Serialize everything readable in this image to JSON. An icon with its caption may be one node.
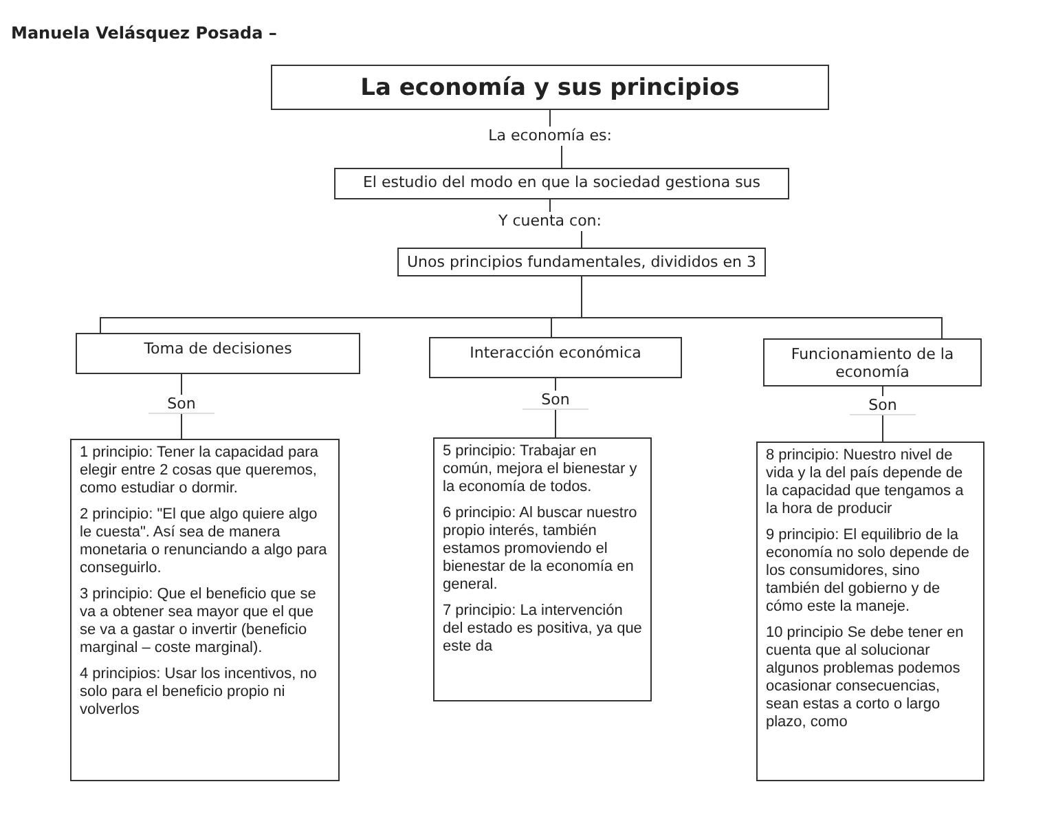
{
  "diagram": {
    "nodes": [
      {
        "text": [
          "La economía y sus principios"
        ]
      },
      {
        "text": [
          "La economía es:"
        ]
      },
      {
        "text": [
          "El estudio del modo en que la sociedad gestiona sus"
        ]
      },
      {
        "text": [
          "Y cuenta con:"
        ]
      },
      {
        "text": [
          "Unos principios fundamentales, divididos en 3"
        ]
      },
      {
        "text": [
          "Toma de decisiones"
        ]
      },
      {
        "text": [
          "Interacción económica"
        ]
      },
      {
        "text": [
          "Funcionamiento de la economía"
        ]
      },
      {
        "text": [
          "Son"
        ]
      },
      {
        "text": [
          "Son"
        ]
      },
      {
        "text": [
          "Son"
        ]
      },
      {
        "text": [
          "1 principio: Tener la capacidad para elegir entre 2 cosas que queremos, como estudiar o dormir.",
          "2 principio: \"El que algo quiere algo le cuesta\". Así sea de manera monetaria o renunciando a algo para conseguirlo.",
          "3 principio: Que el beneficio que se va a obtener sea mayor que el que se va a gastar o invertir (beneficio marginal – coste marginal).",
          "4 principios: Usar los incentivos, no solo para el beneficio propio ni volverlos"
        ]
      },
      {
        "text": [
          "5 principio: Trabajar en común, mejora el bienestar y la economía de todos.",
          "6 principio: Al buscar nuestro propio interés, también estamos promoviendo el bienestar de la economía en general.",
          "7 principio: La intervención del estado es positiva, ya que este da"
        ]
      },
      {
        "text": [
          "8 principio: Nuestro nivel de vida y la del país depende de la capacidad que tengamos a la hora de producir",
          "9 principio: El equilibrio de la economía no solo depende de los consumidores, sino también del gobierno y de cómo este la maneje.",
          "10 principio Se debe tener en cuenta que al solucionar algunos problemas podemos ocasionar consecuencias, sean estas a corto o largo plazo, como"
        ]
      }
    ],
    "edges": [
      {
        "from": 0,
        "to": 1,
        "arrow": "none"
      },
      {
        "from": 1,
        "to": 2,
        "arrow": "none"
      },
      {
        "from": 2,
        "to": 3,
        "arrow": "none"
      },
      {
        "from": 3,
        "to": 4,
        "arrow": "none"
      },
      {
        "from": 4,
        "to": 5,
        "arrow": "none"
      },
      {
        "from": 4,
        "to": 6,
        "arrow": "none"
      },
      {
        "from": 4,
        "to": 7,
        "arrow": "none"
      },
      {
        "from": 5,
        "to": 8,
        "arrow": "none"
      },
      {
        "from": 6,
        "to": 9,
        "arrow": "none"
      },
      {
        "from": 7,
        "to": 10,
        "arrow": "none"
      },
      {
        "from": 8,
        "to": 11,
        "arrow": "none"
      },
      {
        "from": 9,
        "to": 12,
        "arrow": "none"
      },
      {
        "from": 10,
        "to": 13,
        "arrow": "none"
      }
    ],
    "labels": [
      "Manuela Velásquez Posada –"
    ]
  }
}
